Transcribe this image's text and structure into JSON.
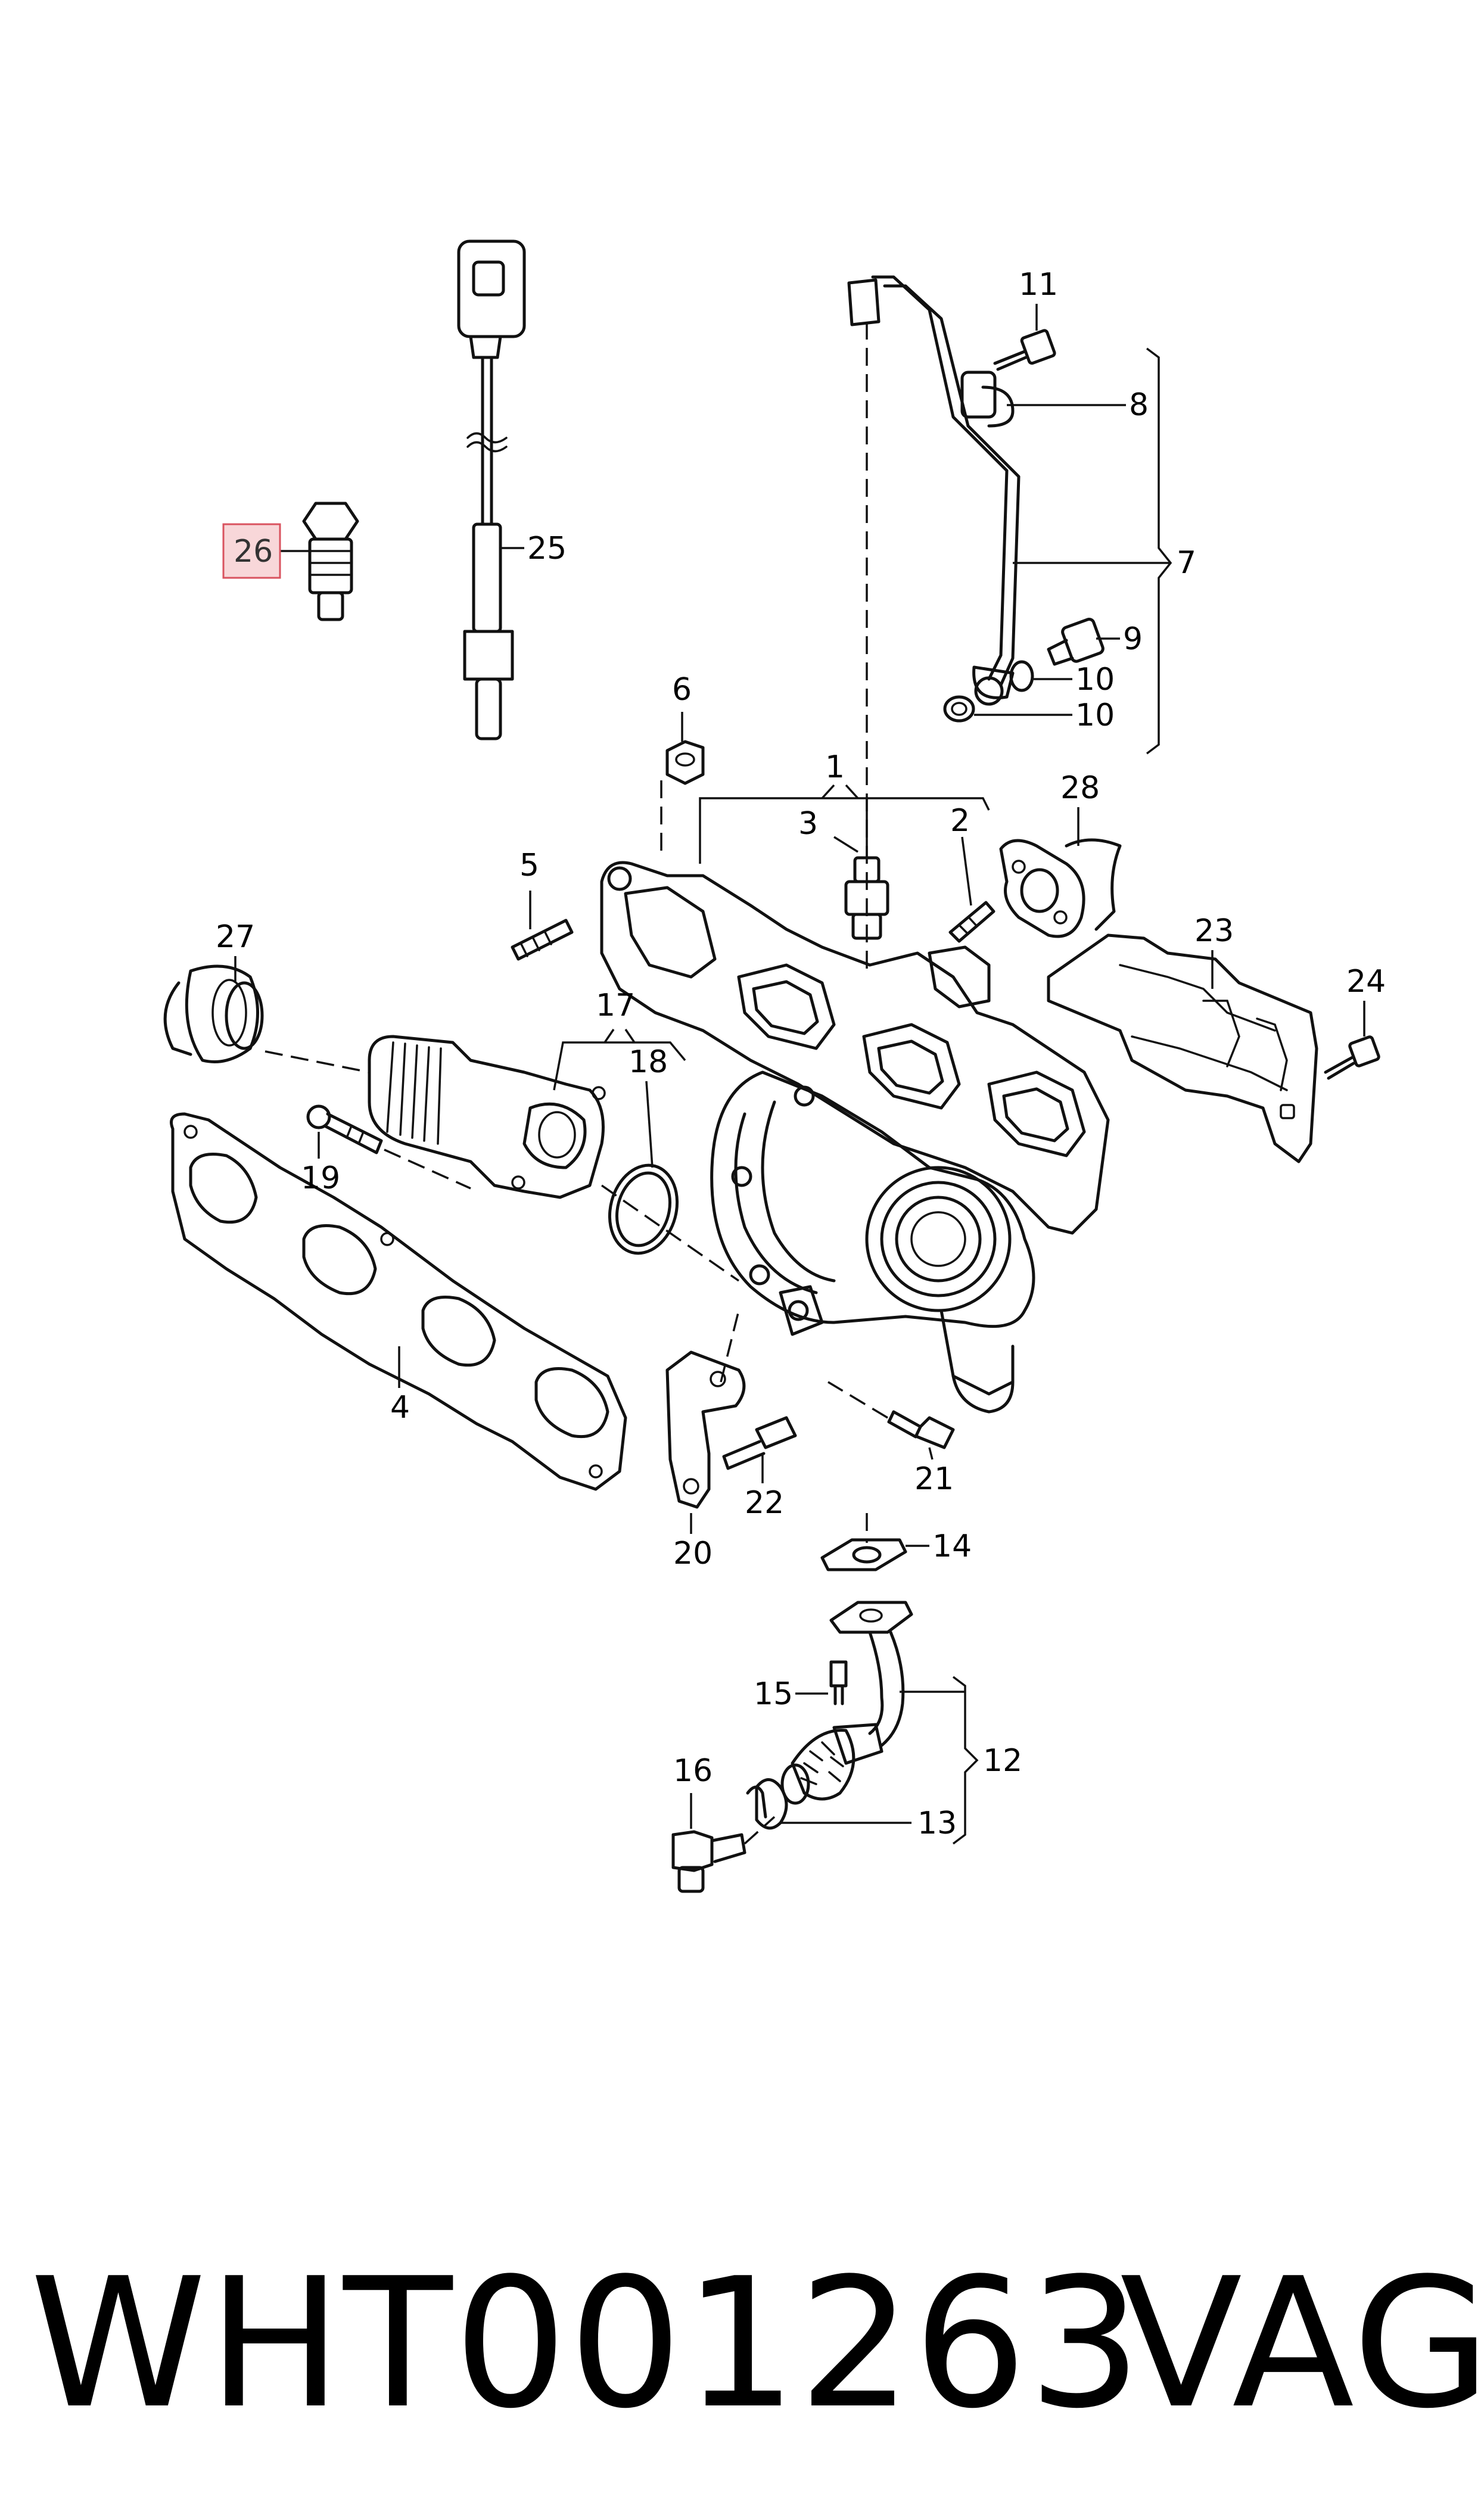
{
  "diagram": {
    "callouts": [
      "1",
      "2",
      "3",
      "4",
      "5",
      "6",
      "7",
      "8",
      "9",
      "10",
      "10",
      "11",
      "12",
      "13",
      "14",
      "15",
      "16",
      "17",
      "18",
      "19",
      "20",
      "21",
      "22",
      "23",
      "24",
      "25",
      "26",
      "27",
      "28"
    ],
    "highlighted_callout": "26",
    "colors": {
      "highlight_fill": "#f8d7d9",
      "highlight_border": "#d9535f",
      "line": "#111111"
    }
  },
  "footer": {
    "part_number": "WHT001263",
    "brand": "VAG"
  }
}
